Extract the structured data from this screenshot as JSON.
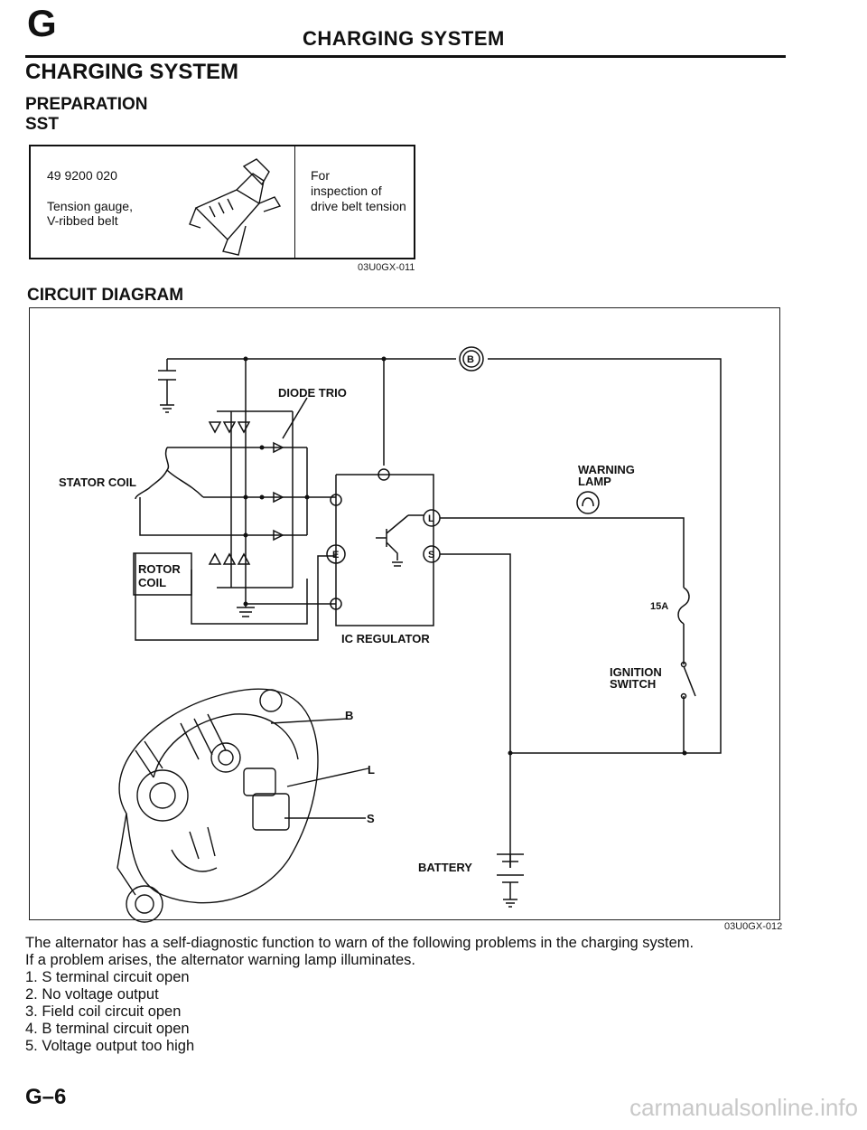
{
  "header": {
    "section_letter": "G",
    "running_title": "CHARGING SYSTEM"
  },
  "page": {
    "title": "CHARGING SYSTEM",
    "preparation": "PREPARATION",
    "sst": "SST",
    "number": "G–6"
  },
  "sst_table": {
    "part_number": "49 9200 020",
    "tool_name_line1": "Tension gauge,",
    "tool_name_line2": "V-ribbed belt",
    "purpose_line1": "For",
    "purpose_line2": "inspection of",
    "purpose_line3": "drive belt tension",
    "figure_code": "03U0GX-011"
  },
  "circuit": {
    "heading": "CIRCUIT DIAGRAM",
    "labels": {
      "diode_trio": "DIODE TRIO",
      "stator_coil": "STATOR COIL",
      "rotor_coil_1": "ROTOR",
      "rotor_coil_2": "COIL",
      "warning_lamp_1": "WARNING",
      "warning_lamp_2": "LAMP",
      "fuse": "15A",
      "ignition_1": "IGNITION",
      "ignition_2": "SWITCH",
      "ic_regulator": "IC REGULATOR",
      "battery": "BATTERY",
      "term_b": "B",
      "term_l": "L",
      "term_s": "S",
      "term_e": "E",
      "lead_b": "B",
      "lead_l": "L",
      "lead_s": "S"
    },
    "figure_code": "03U0GX-012"
  },
  "description": {
    "line1": "The alternator has a self-diagnostic function to warn of the following problems in the charging system.",
    "line2": "If a problem arises, the alternator warning lamp illuminates.",
    "items": [
      "1. S terminal circuit open",
      "2. No voltage output",
      "3. Field coil circuit open",
      "4. B terminal circuit open",
      "5. Voltage output too high"
    ]
  },
  "watermark": "carmanualsonline.info"
}
